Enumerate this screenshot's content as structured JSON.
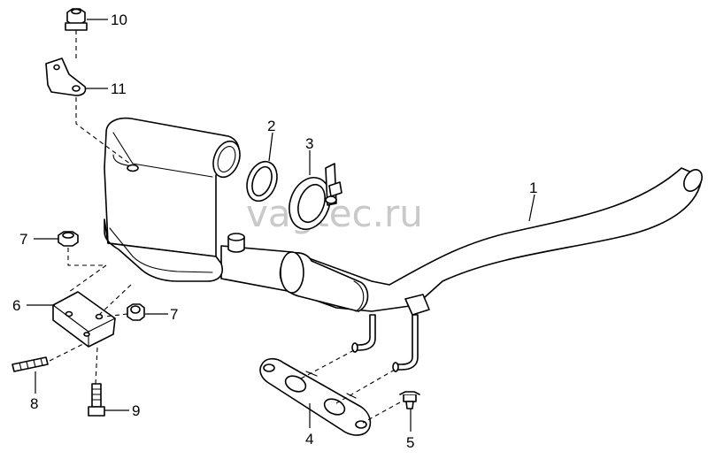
{
  "watermark": "vagtec.ru",
  "callouts": [
    {
      "id": "1",
      "label": "1"
    },
    {
      "id": "2",
      "label": "2"
    },
    {
      "id": "3",
      "label": "3"
    },
    {
      "id": "4",
      "label": "4"
    },
    {
      "id": "5",
      "label": "5"
    },
    {
      "id": "6",
      "label": "6"
    },
    {
      "id": "7a",
      "label": "7"
    },
    {
      "id": "7b",
      "label": "7"
    },
    {
      "id": "8",
      "label": "8"
    },
    {
      "id": "9",
      "label": "9"
    },
    {
      "id": "10",
      "label": "10"
    },
    {
      "id": "11",
      "label": "11"
    }
  ]
}
